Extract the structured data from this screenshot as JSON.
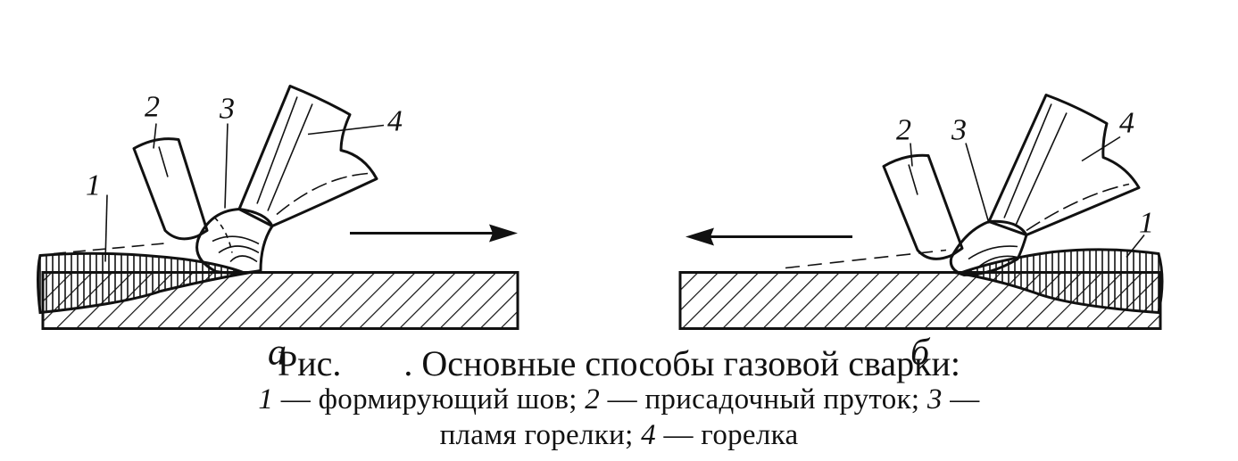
{
  "parts": {
    "weld": "1",
    "rod": "2",
    "flame": "3",
    "torch": "4"
  },
  "panels": {
    "left_label": "а",
    "right_label": "б"
  },
  "caption": {
    "prefix": "Рис.",
    "title": ". Основные способы газовой сварки:",
    "line2": [
      {
        "n": "1",
        "t": " — формирующий шов; "
      },
      {
        "n": "2",
        "t": " — присадочный пруток; "
      },
      {
        "n": "3",
        "t": " —"
      }
    ],
    "line3": [
      {
        "n": "",
        "t": "пламя горелки; "
      },
      {
        "n": "4",
        "t": " — горелка"
      }
    ]
  }
}
